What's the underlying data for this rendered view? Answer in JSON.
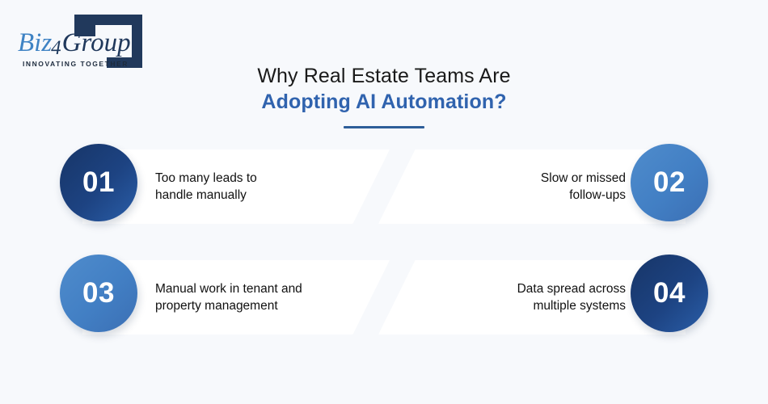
{
  "logo": {
    "name_part_1": "Biz",
    "name_part_2": "4",
    "name_part_3": "Group",
    "tagline": "INNOVATING TOGETHER",
    "brand_blue": "#3f83c4",
    "brand_navy": "#21395c"
  },
  "heading": {
    "line_1": "Why Real Estate Teams Are",
    "line_2": "Adopting AI Automation?",
    "accent_color": "#3063ae",
    "divider_color": "#2d5e99"
  },
  "cards": [
    {
      "number": "01",
      "line_1": "Too many leads to",
      "line_2": "handle manually",
      "circle_style": "dark",
      "circle_color": "#1d4382",
      "align": "left"
    },
    {
      "number": "02",
      "line_1": "Slow or missed",
      "line_2": "follow-ups",
      "circle_style": "light",
      "circle_color": "#427fc4",
      "align": "right"
    },
    {
      "number": "03",
      "line_1": "Manual work in tenant and",
      "line_2": "property management",
      "circle_style": "light",
      "circle_color": "#427fc4",
      "align": "left"
    },
    {
      "number": "04",
      "line_1": "Data spread across",
      "line_2": "multiple systems",
      "circle_style": "dark",
      "circle_color": "#1d4382",
      "align": "right"
    }
  ],
  "page": {
    "background_color": "#f7f9fc"
  }
}
